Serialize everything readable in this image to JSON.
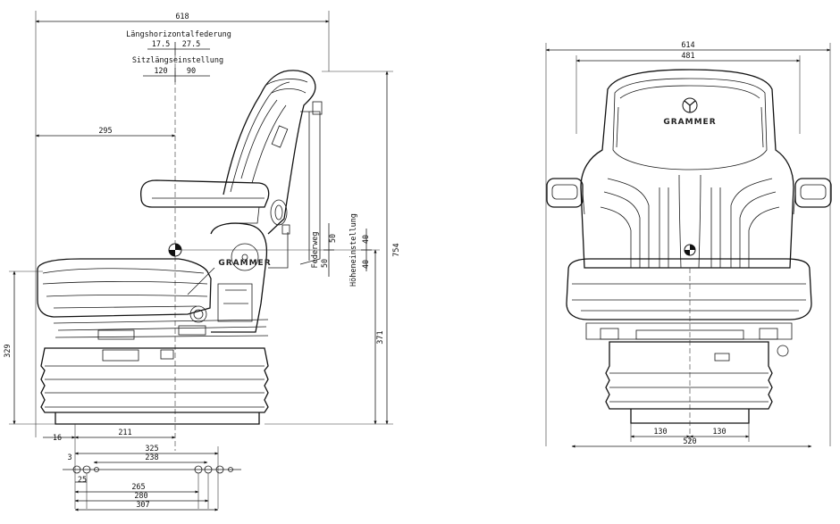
{
  "brand": "GRAMMER",
  "labels": {
    "horiz_suspension": "Längshorizontalfederung",
    "fore_aft": "Sitzlängseinstellung",
    "travel": "Federweg",
    "height_adj": "Höheneinstellung"
  },
  "side_view": {
    "overall_depth": "618",
    "horiz_susp_back": "17.5",
    "horiz_susp_front": "27.5",
    "fore_aft_back": "120",
    "fore_aft_front": "90",
    "backrest_offset": "295",
    "overall_height": "754",
    "seat_height": "329",
    "base_height": "371",
    "travel_up": "50",
    "travel_down": "50",
    "height_up": "40",
    "height_down": "40",
    "base_offset": "16",
    "ref_to_front": "211",
    "rail_325": "325",
    "rail_238": "238",
    "rail_3": "3",
    "rail_25": "25",
    "rail_265": "265",
    "rail_280": "280",
    "rail_307": "307"
  },
  "front_view": {
    "overall_width": "614",
    "backrest_width": "481",
    "mount_left": "130",
    "mount_right": "130",
    "base_width": "520"
  }
}
